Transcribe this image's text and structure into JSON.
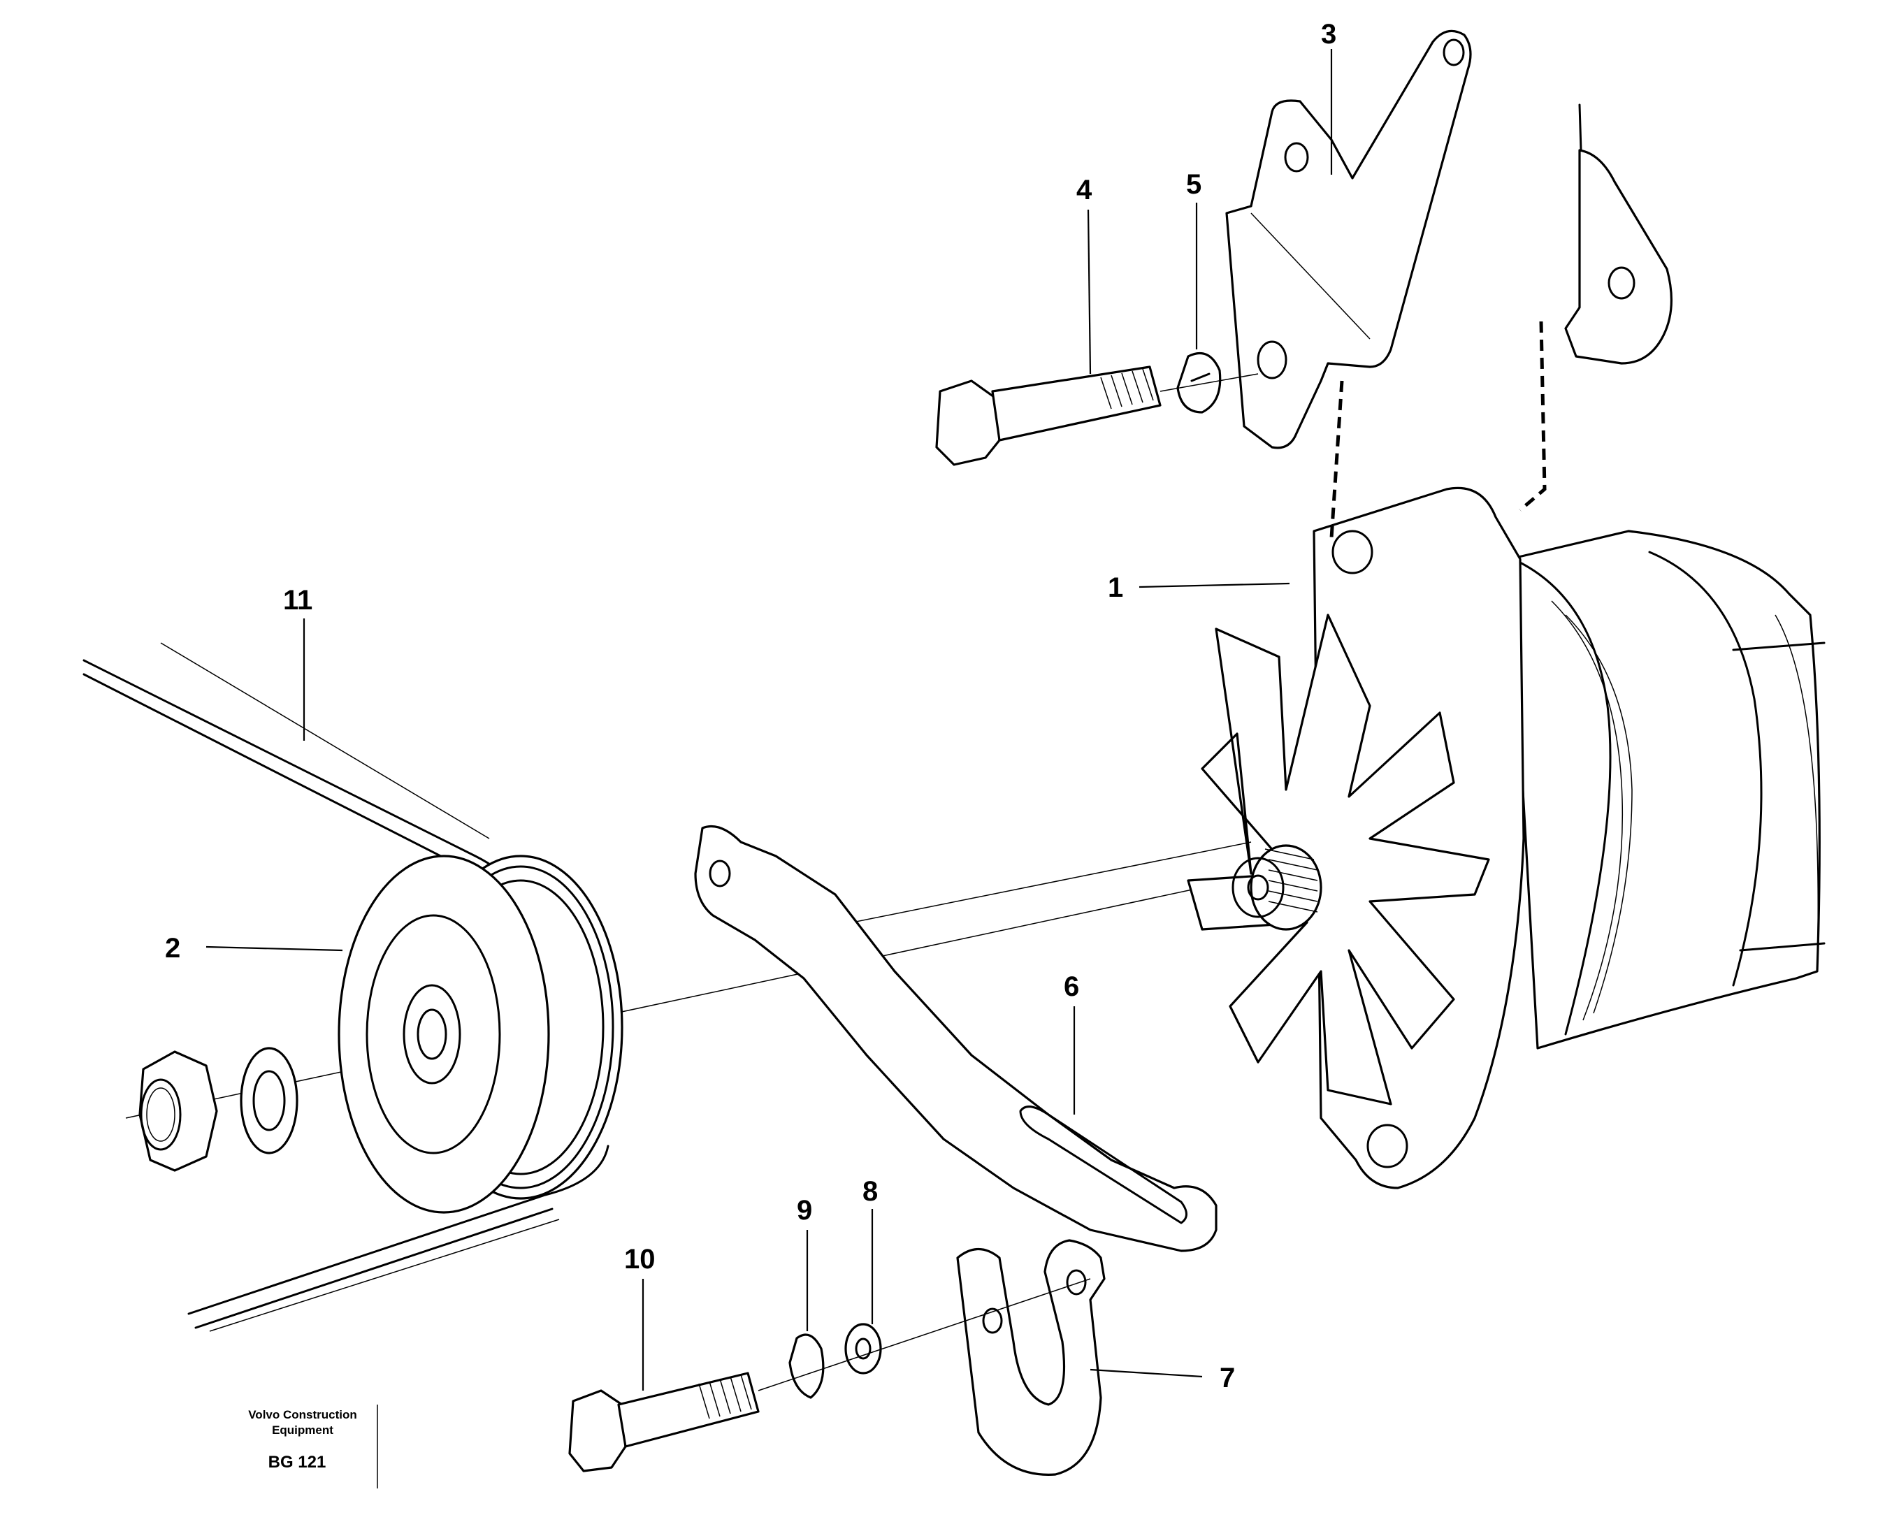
{
  "diagram": {
    "callouts": [
      "1",
      "2",
      "3",
      "4",
      "5",
      "6",
      "7",
      "8",
      "9",
      "10",
      "11"
    ],
    "credit_line1": "Volvo Construction",
    "credit_line2": "Equipment",
    "code": "BG 121"
  }
}
